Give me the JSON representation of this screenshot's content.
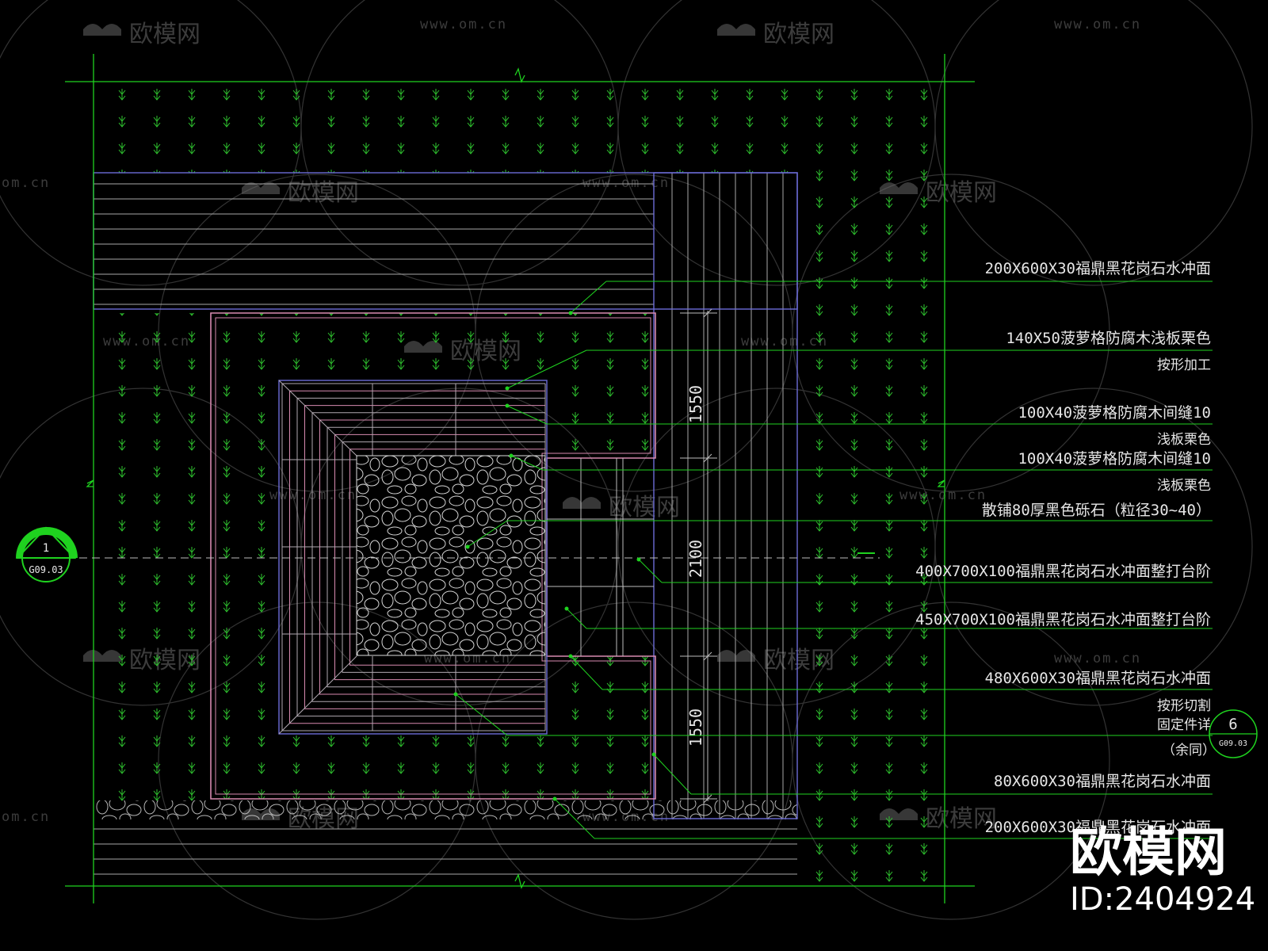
{
  "annotations": [
    {
      "lines": [
        "200X600X30福鼎黑花岗石水冲面"
      ]
    },
    {
      "lines": [
        "140X50菠萝格防腐木浅板栗色",
        "按形加工"
      ]
    },
    {
      "lines": [
        "100X40菠萝格防腐木间缝10",
        "浅板栗色"
      ]
    },
    {
      "lines": [
        "100X40菠萝格防腐木间缝10",
        "浅板栗色"
      ]
    },
    {
      "lines": [
        "散铺80厚黑色砾石（粒径30~40）"
      ]
    },
    {
      "lines": [
        "400X700X100福鼎黑花岗石水冲面整打台阶"
      ]
    },
    {
      "lines": [
        "450X700X100福鼎黑花岗石水冲面整打台阶"
      ]
    },
    {
      "lines": [
        "480X600X30福鼎黑花岗石水冲面",
        "按形切割",
        "固定件详"
      ]
    },
    {
      "lines": [
        "（余同）"
      ]
    },
    {
      "lines": [
        "80X600X30福鼎黑花岗石水冲面"
      ]
    },
    {
      "lines": [
        "200X600X30福鼎黑花岗石水冲面"
      ]
    }
  ],
  "dimensions": [
    "1550",
    "2100",
    "1550"
  ],
  "section_marker": {
    "number": "1",
    "sheet": "G09.03"
  },
  "detail_marker": {
    "number": "6",
    "sheet": "G09.03"
  },
  "watermark": {
    "logo_text": "欧模网",
    "url": "www.om.cn",
    "url_short": "om.cn"
  },
  "brand": {
    "name": "欧模网",
    "id": "ID:2404924"
  },
  "colors": {
    "background": "#000000",
    "green_line": "#1fd21f",
    "blue_line": "#6b6bd6",
    "pink_line": "#d78ab0",
    "plank": "#b0a8b0",
    "gravel": "#cfcfcf"
  }
}
